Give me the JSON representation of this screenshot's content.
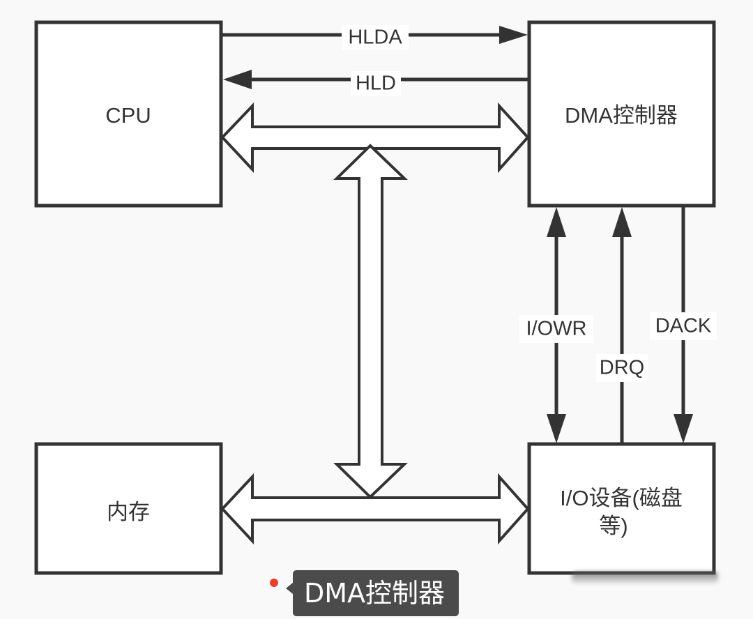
{
  "diagram": {
    "title": "DMA控制器",
    "nodes": {
      "cpu": {
        "label": "CPU"
      },
      "dma": {
        "label": "DMA控制器"
      },
      "memory": {
        "label": "内存"
      },
      "io": {
        "label_line1": "I/O设备(磁盘",
        "label_line2": "等)"
      }
    },
    "signals": {
      "hlda": {
        "label": "HLDA",
        "from": "CPU",
        "to": "DMA控制器"
      },
      "hld": {
        "label": "HLD",
        "from": "DMA控制器",
        "to": "CPU"
      },
      "iowr": {
        "label": "I/OWR",
        "from": "DMA控制器",
        "to": "I/O设备",
        "bidirectional": true
      },
      "drq": {
        "label": "DRQ",
        "from": "I/O设备",
        "to": "DMA控制器"
      },
      "dack": {
        "label": "DACK",
        "from": "DMA控制器",
        "to": "I/O设备"
      }
    },
    "buses": [
      {
        "name": "cpu-dma-bus",
        "between": [
          "CPU",
          "DMA控制器"
        ],
        "bidirectional": true
      },
      {
        "name": "memory-io-bus",
        "between": [
          "内存",
          "I/O设备"
        ],
        "bidirectional": true
      },
      {
        "name": "system-bus-vertical",
        "between": [
          "cpu-dma-bus",
          "memory-io-bus"
        ],
        "bidirectional": true
      }
    ],
    "colors": {
      "stroke": "#333333",
      "box_fill": "#ffffff",
      "background": "#f9f9f9",
      "caption_bg": "#4b4b4b",
      "caption_dot": "#e8402b"
    }
  },
  "caption": {
    "text": "DMA控制器"
  }
}
